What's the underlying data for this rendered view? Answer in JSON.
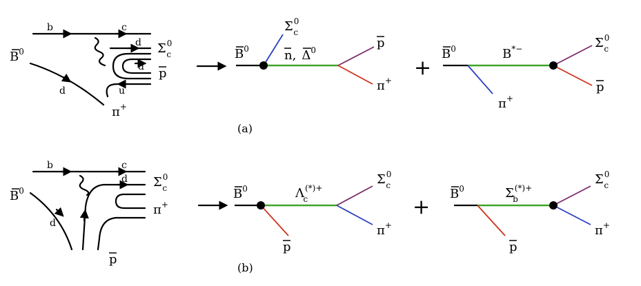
{
  "colors": {
    "decay_line": "#000000",
    "propagator": "#3fa32a",
    "blue_leg": "#2a3fbf",
    "red_leg": "#d0311e",
    "purple_leg": "#7a2a6a",
    "vertex": "#000000"
  },
  "a": {
    "quark": {
      "B0": "B",
      "B0_sup": "0",
      "b": "b",
      "c": "c",
      "d_top": "d",
      "d_mid": "d",
      "d_low": "d",
      "u": "u",
      "Sigma": "Σ",
      "Sigma_sup": "0",
      "Sigma_sub": "c",
      "p": "p",
      "pi": "π",
      "pi_sup": "+"
    },
    "f1": {
      "B0": "B",
      "B0_sup": "0",
      "Sigma": "Σ",
      "Sigma_sup": "0",
      "Sigma_sub": "c",
      "mid_n": "n,",
      "mid_Delta": "Δ",
      "mid_Delta_sup": "0",
      "p": "p",
      "pi": "π",
      "pi_sup": "+"
    },
    "plus": "+",
    "f2": {
      "B0": "B",
      "B0_sup": "0",
      "prop": "B",
      "prop_sup": "*−",
      "Sigma": "Σ",
      "Sigma_sup": "0",
      "Sigma_sub": "c",
      "p": "p",
      "pi": "π",
      "pi_sup": "+"
    },
    "caption": "(a)"
  },
  "b": {
    "quark": {
      "B0": "B",
      "B0_sup": "0",
      "b": "b",
      "c": "c",
      "d_mid": "d",
      "d_low": "d",
      "Sigma": "Σ",
      "Sigma_sup": "0",
      "Sigma_sub": "c",
      "pi": "π",
      "pi_sup": "+",
      "p": "p"
    },
    "f1": {
      "B0": "B",
      "B0_sup": "0",
      "prop": "Λ",
      "prop_sup": "(*)+",
      "prop_sub": "c",
      "Sigma": "Σ",
      "Sigma_sup": "0",
      "Sigma_sub": "c",
      "p": "p",
      "pi": "π",
      "pi_sup": "+"
    },
    "plus": "+",
    "f2": {
      "B0": "B",
      "B0_sup": "0",
      "prop": "Σ",
      "prop_sup": "(*)+",
      "prop_sub": "b",
      "Sigma": "Σ",
      "Sigma_sup": "0",
      "Sigma_sub": "c",
      "p": "p",
      "pi": "π",
      "pi_sup": "+"
    },
    "caption": "(b)"
  }
}
